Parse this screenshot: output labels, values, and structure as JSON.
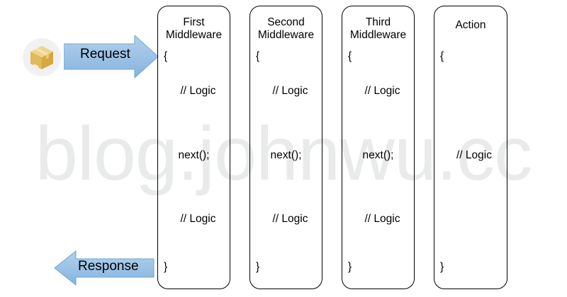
{
  "watermark": {
    "text": "blog.johnwu.cc",
    "color": "#e9eaea"
  },
  "flow": {
    "request": {
      "label": "Request",
      "icon": "package-icon",
      "arrow_icon": "arrow-right-icon",
      "arrow_color": "#9dc3e6",
      "arrow_border_color": "#5b9bd5"
    },
    "response": {
      "label": "Response",
      "arrow_icon": "arrow-left-icon",
      "arrow_color": "#9dc3e6",
      "arrow_border_color": "#5b9bd5"
    }
  },
  "pipeline": {
    "boxes": [
      {
        "title": "First\nMiddleware",
        "brace_open": "{",
        "logic_top": "// Logic",
        "next_call": "next();",
        "logic_bottom": "// Logic",
        "brace_close": "}"
      },
      {
        "title": "Second\nMiddleware",
        "brace_open": "{",
        "logic_top": "// Logic",
        "next_call": "next();",
        "logic_bottom": "// Logic",
        "brace_close": "}"
      },
      {
        "title": "Third\nMiddleware",
        "brace_open": "{",
        "logic_top": "// Logic",
        "next_call": "next();",
        "logic_bottom": "// Logic",
        "brace_close": "}"
      },
      {
        "title": "Action",
        "brace_open": "{",
        "logic_mid": "// Logic",
        "brace_close": "}"
      }
    ]
  },
  "colors": {
    "box_border": "#000000",
    "text": "#000000",
    "background": "#ffffff",
    "package_body": "#e2b95c",
    "package_top": "#efd58b",
    "package_side": "#d7a840",
    "package_circle": "#f1f1f1"
  }
}
